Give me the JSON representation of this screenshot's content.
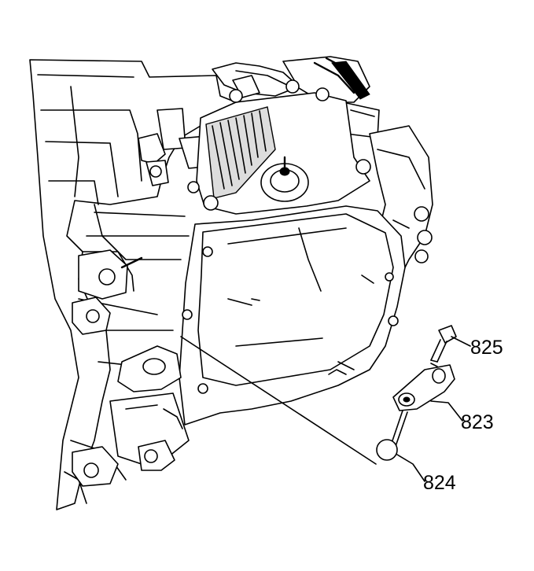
{
  "callouts": [
    {
      "id": "825",
      "label": "825"
    },
    {
      "id": "823",
      "label": "823"
    },
    {
      "id": "824",
      "label": "824"
    }
  ]
}
